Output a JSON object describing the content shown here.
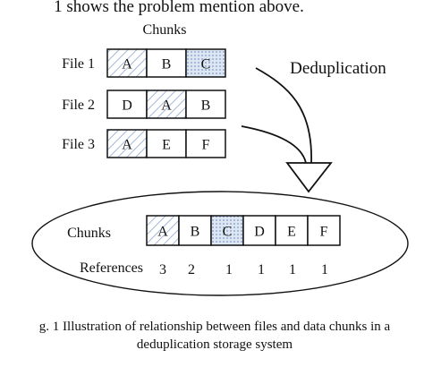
{
  "header_line": "1 shows the problem mention above.",
  "chunks_heading": "Chunks",
  "files": [
    {
      "label": "File 1",
      "chunks": [
        "A",
        "B",
        "C"
      ],
      "styles": [
        "hatch",
        "plain",
        "dots"
      ]
    },
    {
      "label": "File 2",
      "chunks": [
        "D",
        "A",
        "B"
      ],
      "styles": [
        "plain",
        "hatch",
        "plain"
      ]
    },
    {
      "label": "File 3",
      "chunks": [
        "A",
        "E",
        "F"
      ],
      "styles": [
        "hatch",
        "plain",
        "plain"
      ]
    }
  ],
  "arrow_label": "Deduplication",
  "store": {
    "chunks_label": "Chunks",
    "chunks": [
      "A",
      "B",
      "C",
      "D",
      "E",
      "F"
    ],
    "styles": [
      "hatch",
      "plain",
      "dots",
      "plain",
      "plain",
      "plain"
    ],
    "references_label": "References",
    "references": [
      "3",
      "2",
      "1",
      "1",
      "1",
      "1"
    ]
  },
  "caption": {
    "line1": "g. 1 Illustration of relationship between files and data chunks in a",
    "line2": "deduplication storage system"
  }
}
